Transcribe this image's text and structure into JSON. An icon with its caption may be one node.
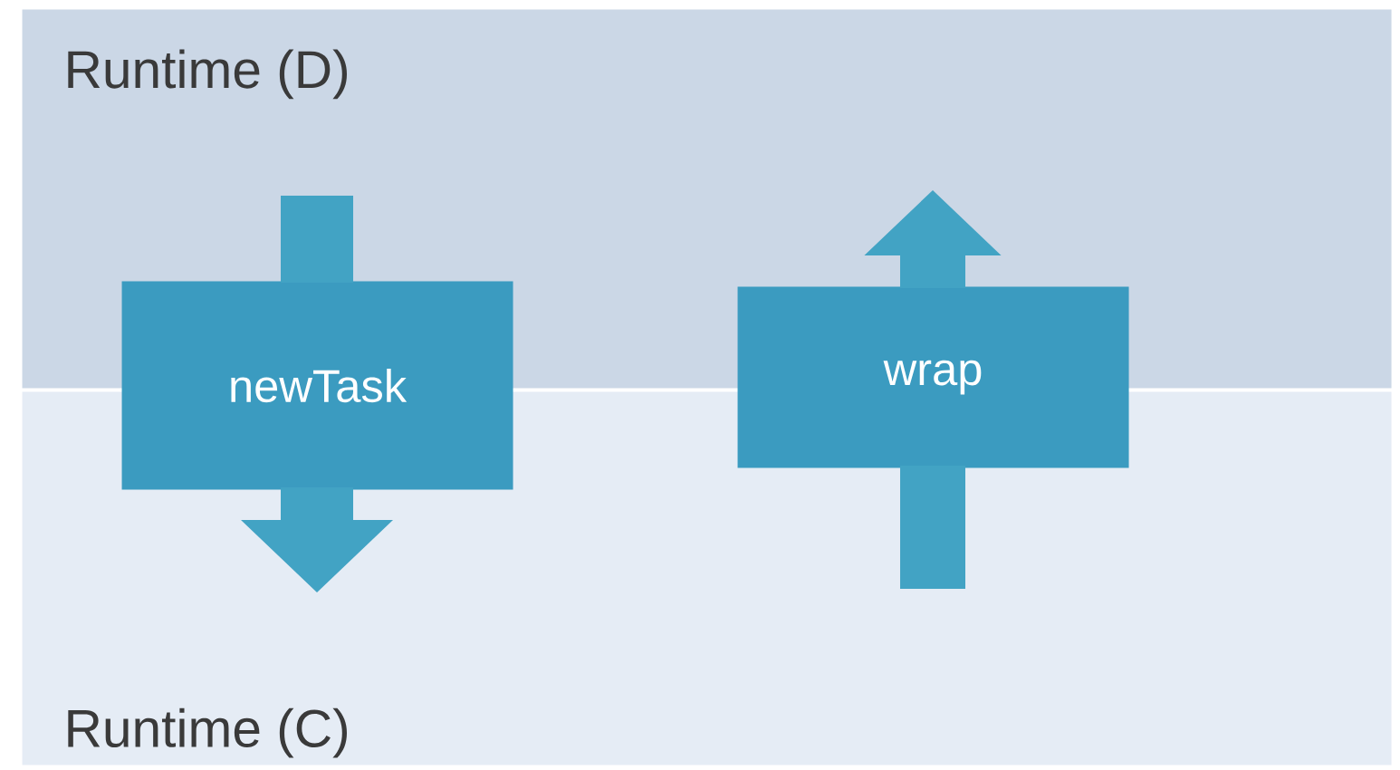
{
  "diagram": {
    "nodes": [
      {
        "text": [
          "Runtime (D)"
        ]
      },
      {
        "text": [
          "Runtime (C)"
        ]
      },
      {
        "text": [
          "newTask"
        ]
      },
      {
        "text": [
          "wrap"
        ]
      }
    ],
    "edges": [
      {
        "from": null,
        "to": 2,
        "arrow": "none"
      },
      {
        "from": 2,
        "to": null,
        "arrow": "to"
      },
      {
        "from": null,
        "to": 3,
        "arrow": "none"
      },
      {
        "from": 3,
        "to": null,
        "arrow": "to"
      }
    ]
  }
}
